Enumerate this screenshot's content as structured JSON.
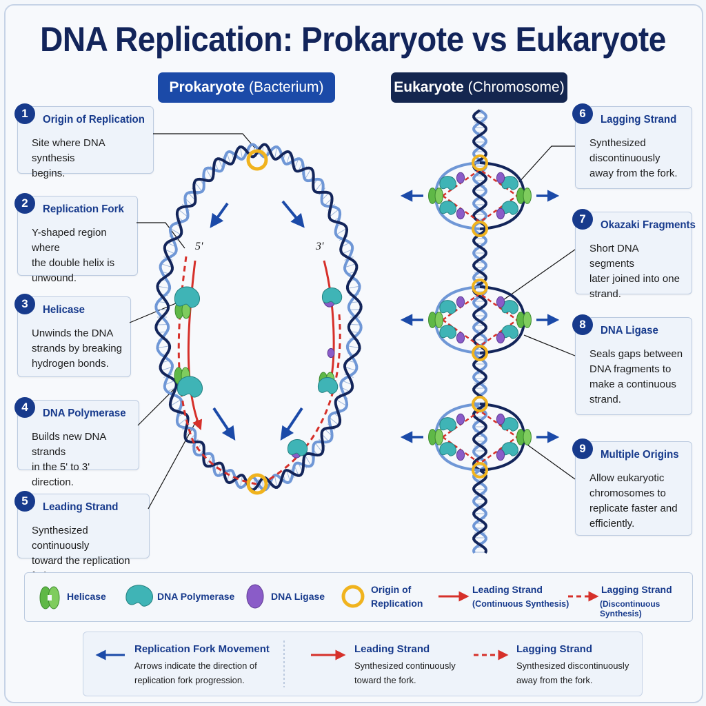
{
  "title": "DNA Replication: Prokaryote vs Eukaryote",
  "panels": {
    "prokaryote": {
      "main": "Prokaryote",
      "sub": "(Bacterium)"
    },
    "eukaryote": {
      "main": "Eukaryote",
      "sub": "(Chromosome)"
    }
  },
  "strand_labels": {
    "five_prime": "5'",
    "three_prime": "3'"
  },
  "cards": [
    {
      "num": "1",
      "title": "Origin of Replication",
      "lines": [
        "Site where DNA synthesis",
        "begins."
      ]
    },
    {
      "num": "2",
      "title": "Replication Fork",
      "lines": [
        "Y-shaped region where",
        "the double helix is",
        "unwound."
      ]
    },
    {
      "num": "3",
      "title": "Helicase",
      "lines": [
        "Unwinds the DNA",
        "strands by breaking",
        "hydrogen bonds."
      ]
    },
    {
      "num": "4",
      "title": "DNA Polymerase",
      "lines": [
        "Builds new DNA strands",
        "in the 5' to 3' direction."
      ]
    },
    {
      "num": "5",
      "title": "Leading Strand",
      "lines": [
        "Synthesized continuously",
        "toward the replication fork."
      ]
    },
    {
      "num": "6",
      "title": "Lagging Strand",
      "lines": [
        "Synthesized",
        "discontinuously",
        "away from the fork."
      ]
    },
    {
      "num": "7",
      "title": "Okazaki Fragments",
      "lines": [
        "Short DNA segments",
        "later joined into one",
        "strand."
      ]
    },
    {
      "num": "8",
      "title": "DNA Ligase",
      "lines": [
        "Seals gaps between",
        "DNA fragments to",
        "make a continuous",
        "strand."
      ]
    },
    {
      "num": "9",
      "title": "Multiple Origins",
      "lines": [
        "Allow eukaryotic",
        "chromosomes to",
        "replicate faster and",
        "efficiently."
      ]
    }
  ],
  "legend": {
    "helicase": "Helicase",
    "polymerase": "DNA Polymerase",
    "ligase": "DNA Ligase",
    "origin": [
      "Origin of",
      "Replication"
    ],
    "leading": {
      "title": "Leading Strand",
      "sub": "(Continuous Synthesis)"
    },
    "lagging": {
      "title": "Lagging Strand",
      "sub": "(Discontinuous Synthesis)"
    }
  },
  "legend2": {
    "fork": {
      "title": "Replication Fork Movement",
      "lines": [
        "Arrows indicate the direction of",
        "replication fork progression."
      ]
    },
    "leading": {
      "title": "Leading Strand",
      "lines": [
        "Synthesized continuously",
        "toward the fork."
      ]
    },
    "lagging": {
      "title": "Lagging Strand",
      "lines": [
        "Synthesized discontinuously",
        "away from the fork."
      ]
    }
  },
  "colors": {
    "navy": "#14264f",
    "blue": "#1b4aa8",
    "helix_light": "#6f97d6",
    "helix_dark": "#13255a",
    "red": "#d6302a",
    "helicase": "#5fb847",
    "polymerase": "#3fb4b6",
    "ligase": "#8a5cc8",
    "origin": "#f0b31e"
  }
}
